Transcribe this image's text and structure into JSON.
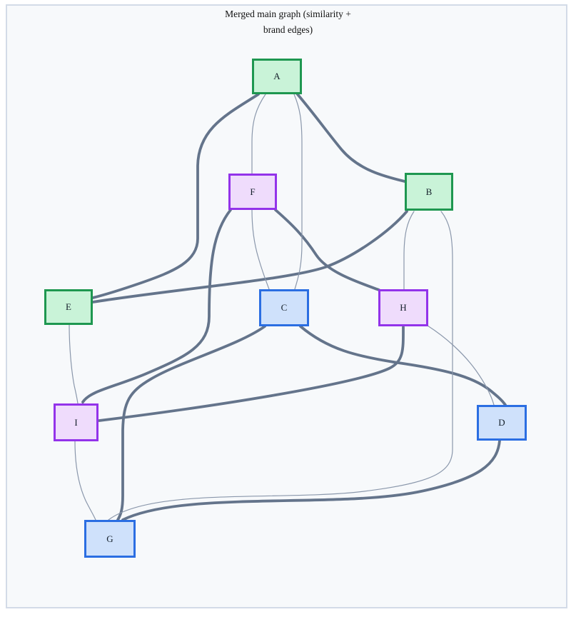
{
  "title": {
    "line1": "Merged main graph (similarity +",
    "line2": "brand edges)"
  },
  "nodes": [
    {
      "id": "A",
      "label": "A",
      "group": "green"
    },
    {
      "id": "F",
      "label": "F",
      "group": "purple"
    },
    {
      "id": "B",
      "label": "B",
      "group": "green"
    },
    {
      "id": "E",
      "label": "E",
      "group": "green"
    },
    {
      "id": "C",
      "label": "C",
      "group": "blue"
    },
    {
      "id": "H",
      "label": "H",
      "group": "purple"
    },
    {
      "id": "I",
      "label": "I",
      "group": "purple"
    },
    {
      "id": "D",
      "label": "D",
      "group": "blue"
    },
    {
      "id": "G",
      "label": "G",
      "group": "blue"
    }
  ],
  "edges": [
    {
      "from": "A",
      "to": "E",
      "style": "thick"
    },
    {
      "from": "A",
      "to": "B",
      "style": "thick"
    },
    {
      "from": "B",
      "to": "E",
      "style": "thick"
    },
    {
      "from": "F",
      "to": "I",
      "style": "thick"
    },
    {
      "from": "F",
      "to": "H",
      "style": "thick"
    },
    {
      "from": "H",
      "to": "I",
      "style": "thick"
    },
    {
      "from": "C",
      "to": "G",
      "style": "thick"
    },
    {
      "from": "C",
      "to": "D",
      "style": "thick"
    },
    {
      "from": "D",
      "to": "G",
      "style": "thick"
    },
    {
      "from": "A",
      "to": "F",
      "style": "thin"
    },
    {
      "from": "A",
      "to": "C",
      "style": "thin"
    },
    {
      "from": "F",
      "to": "C",
      "style": "thin"
    },
    {
      "from": "B",
      "to": "H",
      "style": "thin"
    },
    {
      "from": "B",
      "to": "G",
      "style": "thin"
    },
    {
      "from": "H",
      "to": "D",
      "style": "thin"
    },
    {
      "from": "E",
      "to": "I",
      "style": "thin"
    },
    {
      "from": "I",
      "to": "G",
      "style": "thin"
    }
  ],
  "colors": {
    "bg": "#f7f9fb",
    "frame_border": "#d3dbe7",
    "edge_thick": "#64748b",
    "edge_thin": "#8a97ab",
    "green_fill": "#c9f3d8",
    "green_border": "#1e9750",
    "purple_fill": "#efdcfc",
    "purple_border": "#9333ea",
    "blue_fill": "#cfe1fb",
    "blue_border": "#2b6ee2"
  }
}
